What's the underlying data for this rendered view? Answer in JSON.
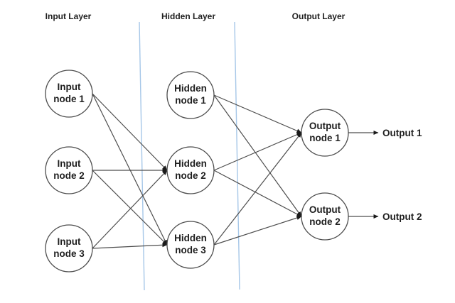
{
  "diagram": {
    "type": "neural-network",
    "layers": [
      {
        "id": "input",
        "label": "Input Layer"
      },
      {
        "id": "hidden",
        "label": "Hidden Layer"
      },
      {
        "id": "output",
        "label": "Output Layer"
      }
    ],
    "nodes": {
      "input1": {
        "line1": "Input",
        "line2": "node 1"
      },
      "input2": {
        "line1": "Input",
        "line2": "node 2"
      },
      "input3": {
        "line1": "Input",
        "line2": "node 3"
      },
      "hidden1": {
        "line1": "Hidden",
        "line2": "node 1"
      },
      "hidden2": {
        "line1": "Hidden",
        "line2": "node 2"
      },
      "hidden3": {
        "line1": "Hidden",
        "line2": "node 3"
      },
      "output1": {
        "line1": "Output",
        "line2": "node 1"
      },
      "output2": {
        "line1": "Output",
        "line2": "node 2"
      }
    },
    "output_arrows": [
      {
        "label": "Output 1"
      },
      {
        "label": "Output 2"
      }
    ],
    "connections": [
      {
        "from": "input1",
        "to": "hidden2"
      },
      {
        "from": "input1",
        "to": "hidden3"
      },
      {
        "from": "input2",
        "to": "hidden2"
      },
      {
        "from": "input2",
        "to": "hidden3"
      },
      {
        "from": "input3",
        "to": "hidden2"
      },
      {
        "from": "input3",
        "to": "hidden3"
      },
      {
        "from": "hidden1",
        "to": "output1"
      },
      {
        "from": "hidden1",
        "to": "output2"
      },
      {
        "from": "hidden2",
        "to": "output1"
      },
      {
        "from": "hidden2",
        "to": "output2"
      },
      {
        "from": "hidden3",
        "to": "output1"
      },
      {
        "from": "hidden3",
        "to": "output2"
      }
    ],
    "colors": {
      "background": "#ffffff",
      "node_stroke": "#4d4d4d",
      "edge": "#4d4d4d",
      "arrowhead": "#1a1a1a",
      "separator": "#a6c7e8",
      "text": "#1f1f1f"
    }
  }
}
